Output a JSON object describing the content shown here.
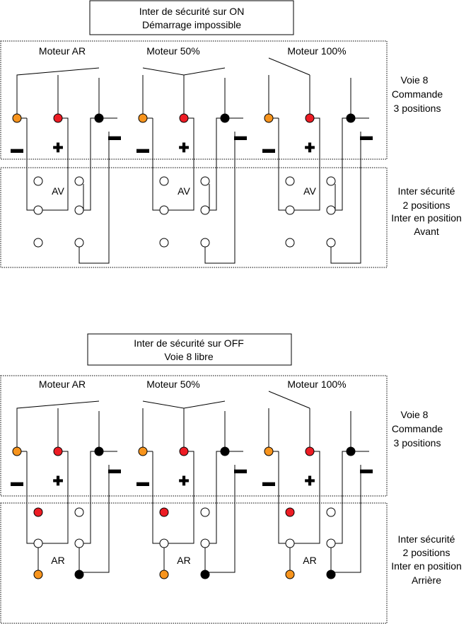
{
  "colors": {
    "orange": "#f7941d",
    "red": "#ed1c24",
    "black": "#000000",
    "open": "#ffffff"
  },
  "top": {
    "title_line1": "Inter de sécurité sur ON",
    "title_line2": "Démarrage impossible",
    "motors": [
      "Moteur AR",
      "Moteur 50%",
      "Moteur 100%"
    ],
    "pins": [
      {
        "label": "AV"
      },
      {
        "label": "AV"
      },
      {
        "label": "AV"
      }
    ],
    "voie": [
      "Voie 8",
      "Commande",
      "3 positions"
    ],
    "inter": [
      "Inter sécurité",
      "2 positions",
      "Inter en position",
      "Avant"
    ]
  },
  "bottom": {
    "title_line1": "Inter de sécurité sur OFF",
    "title_line2": "Voie 8 libre",
    "motors": [
      "Moteur AR",
      "Moteur 50%",
      "Moteur 100%"
    ],
    "pins": [
      {
        "label": "AR"
      },
      {
        "label": "AR"
      },
      {
        "label": "AR"
      }
    ],
    "voie": [
      "Voie 8",
      "Commande",
      "3 positions"
    ],
    "inter": [
      "Inter sécurité",
      "2 positions",
      "Inter en position",
      "Arrière"
    ]
  },
  "signs": {
    "minus": "▬",
    "plus": "✚"
  }
}
